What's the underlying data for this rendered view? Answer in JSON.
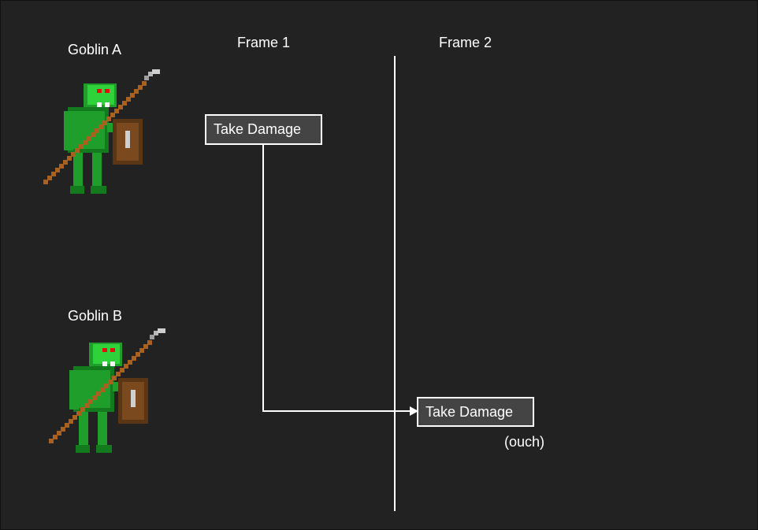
{
  "diagram": {
    "colors": {
      "background": "#222222",
      "foreground": "#ffffff",
      "box_fill": "#444444"
    },
    "goblins": [
      {
        "name": "Goblin A"
      },
      {
        "name": "Goblin B"
      }
    ],
    "frames": [
      {
        "label": "Frame 1"
      },
      {
        "label": "Frame 2"
      }
    ],
    "actions": [
      {
        "label": "Take Damage"
      },
      {
        "label": "Take Damage",
        "note": "(ouch)"
      }
    ]
  }
}
